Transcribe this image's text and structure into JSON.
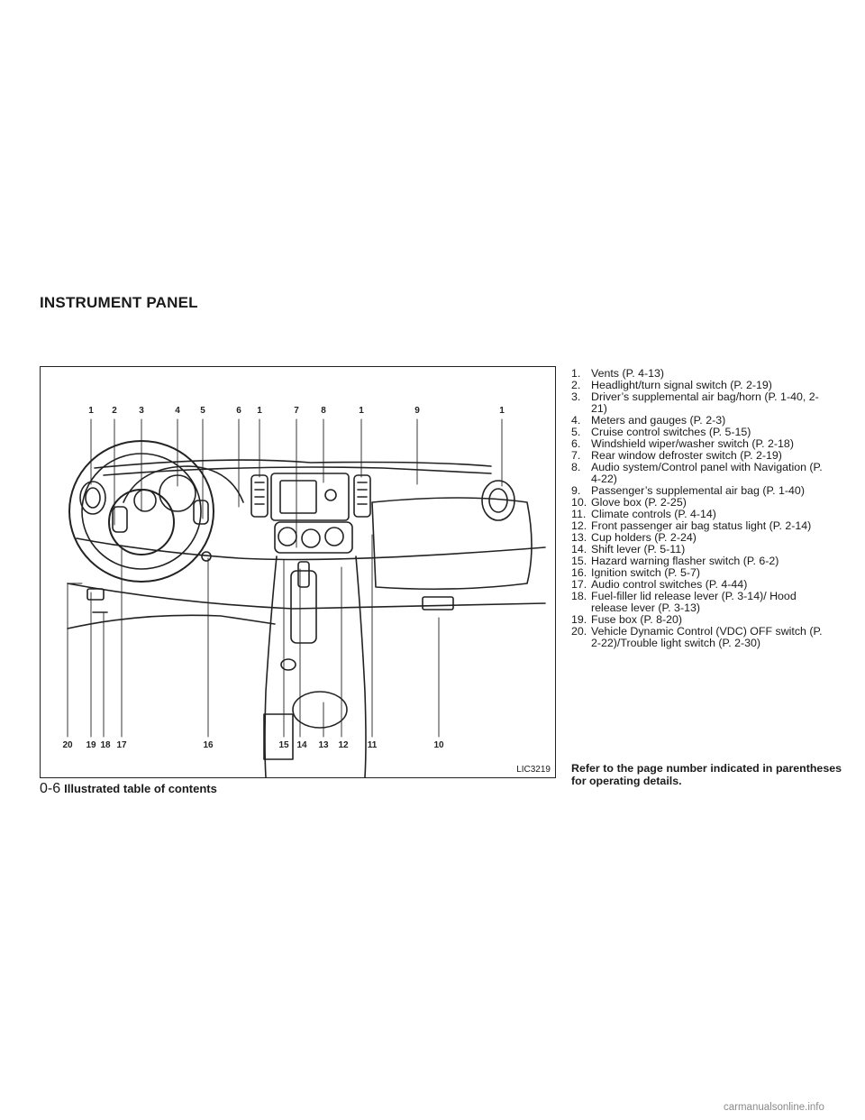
{
  "section_title": "INSTRUMENT PANEL",
  "figure": {
    "code": "LIC3219",
    "top_callouts": [
      "1",
      "2",
      "3",
      "4",
      "5",
      "6",
      "1",
      "7",
      "8",
      "1",
      "9",
      "1"
    ],
    "bottom_callouts": [
      "20",
      "19",
      "18",
      "17",
      "16",
      "15",
      "14",
      "13",
      "12",
      "11",
      "10"
    ]
  },
  "items": [
    {
      "num": "1.",
      "text": "Vents (P. 4-13)"
    },
    {
      "num": "2.",
      "text": "Headlight/turn signal switch (P. 2-19)"
    },
    {
      "num": "3.",
      "text": "Driver’s supplemental air bag/horn (P. 1-40, 2-21)"
    },
    {
      "num": "4.",
      "text": "Meters and gauges (P. 2-3)"
    },
    {
      "num": "5.",
      "text": "Cruise control switches (P. 5-15)"
    },
    {
      "num": "6.",
      "text": "Windshield wiper/washer switch (P. 2-18)"
    },
    {
      "num": "7.",
      "text": "Rear window defroster switch (P. 2-19)"
    },
    {
      "num": "8.",
      "text": "Audio system/Control panel with Navigation (P. 4-22)"
    },
    {
      "num": "9.",
      "text": "Passenger’s supplemental air bag (P. 1-40)"
    },
    {
      "num": "10.",
      "text": "Glove box (P. 2-25)"
    },
    {
      "num": "11.",
      "text": "Climate controls (P. 4-14)"
    },
    {
      "num": "12.",
      "text": "Front passenger air bag status light (P. 2-14)"
    },
    {
      "num": "13.",
      "text": "Cup holders (P. 2-24)"
    },
    {
      "num": "14.",
      "text": "Shift lever (P. 5-11)"
    },
    {
      "num": "15.",
      "text": "Hazard warning flasher switch (P. 6-2)"
    },
    {
      "num": "16.",
      "text": "Ignition switch (P. 5-7)"
    },
    {
      "num": "17.",
      "text": "Audio control switches (P. 4-44)"
    },
    {
      "num": "18.",
      "text": "Fuel-filler lid release lever (P. 3-14)/ Hood release lever (P. 3-13)"
    },
    {
      "num": "19.",
      "text": "Fuse box (P. 8-20)"
    },
    {
      "num": "20.",
      "text": "Vehicle Dynamic Control (VDC) OFF switch (P. 2-22)/Trouble light switch (P. 2-30)"
    }
  ],
  "note": "Refer to the page number indicated in parentheses for operating details.",
  "footer": {
    "page": "0-6",
    "title": "Illustrated table of contents"
  },
  "watermark": "carmanualsonline.info"
}
